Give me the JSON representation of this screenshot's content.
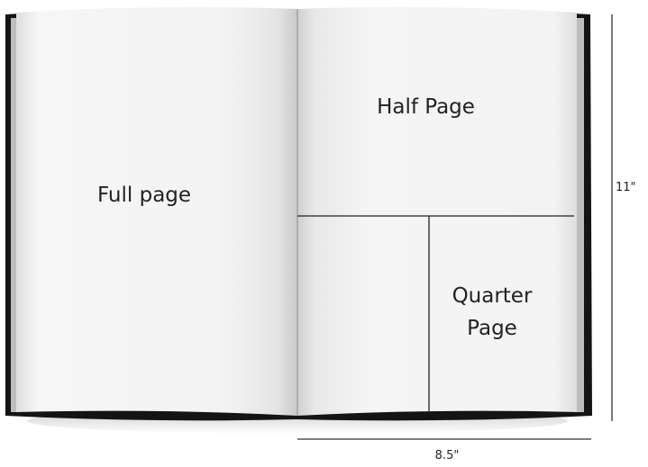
{
  "diagram": {
    "full_page_label": "Full page",
    "half_page_label": "Half Page",
    "quarter_page_label_line1": "Quarter",
    "quarter_page_label_line2": "Page",
    "height_dimension": "11\"",
    "width_dimension": "8.5\""
  },
  "colors": {
    "book_cover": "#141414",
    "page": "#f2f2f2",
    "divider_line": "#222222",
    "text": "#222222"
  }
}
